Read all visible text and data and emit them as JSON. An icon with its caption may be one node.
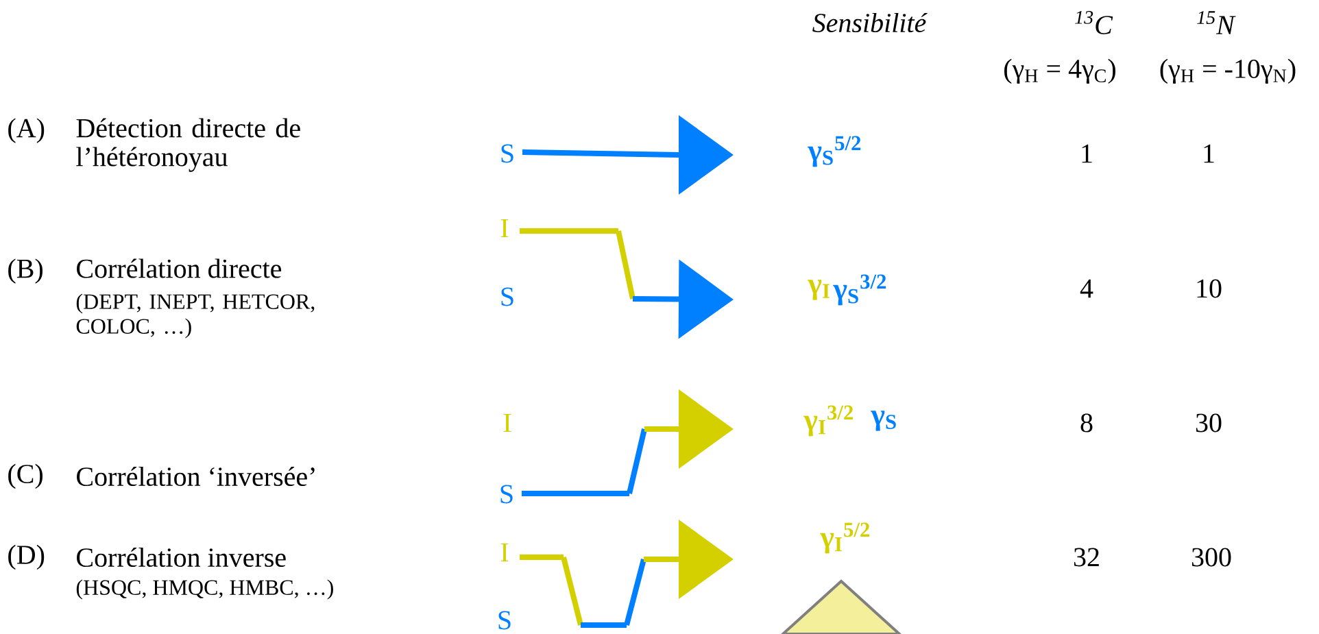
{
  "diagram": {
    "nodes": [
      {
        "text": [
          "S"
        ]
      },
      {
        "text": [
          "I"
        ]
      },
      {
        "text": [
          "S"
        ]
      },
      {
        "text": [
          "I"
        ]
      }
    ],
    "edges": [
      {
        "from": 0,
        "to": null,
        "arrow": "to",
        "color": "#0080ff"
      },
      {
        "from": 1,
        "to": null,
        "arrow": "to",
        "color": "#d4d000"
      },
      {
        "from": 2,
        "to": null,
        "arrow": "to",
        "color": "#0080ff"
      },
      {
        "from": 3,
        "to": null,
        "arrow": "to",
        "color": "#d4d000"
      }
    ],
    "labels": [
      "Sensibilité",
      "$^{13}$C",
      "$^{15}$N",
      "(γ$_{H}$ = 4γ$_{C}$)",
      "(γ$_{H}$ = -10γ$_{N}$)",
      "(A)",
      "Détection directe de l’hétéronoyau",
      "γ$_{S}$$^{5/2}$",
      "1",
      "1",
      "(B)",
      "Corrélation directe",
      "S",
      "γ$_{I}$",
      "γ$_{S}$$^{3/2}$",
      "4",
      "10",
      "(DEPT, INEPT, HETCOR, COLOC, …)",
      "I",
      "γ$_{I}$$^{3/2}$",
      "γ$_{S}$",
      "8",
      "30",
      "(C)",
      "Corrélation ‘inversée’",
      "(D)",
      "Corrélation inverse",
      "γ$_{I}$$^{5/2}$",
      "32",
      "300",
      "(HSQC, HMQC, HMBC, …)",
      "S"
    ]
  }
}
